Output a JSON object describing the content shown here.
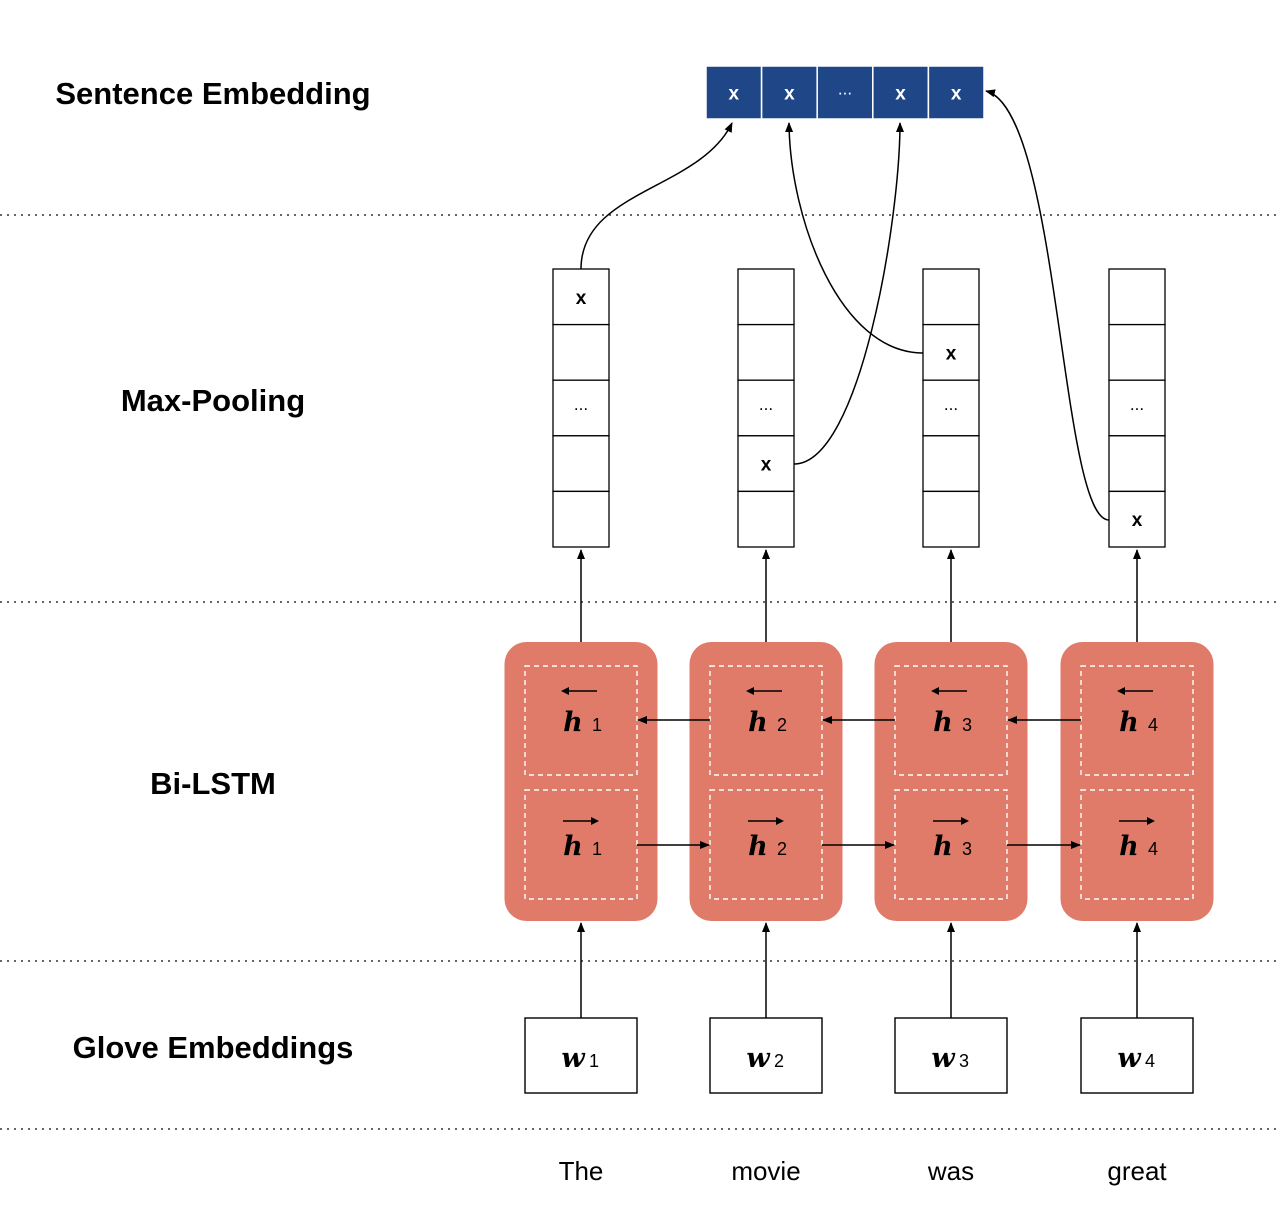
{
  "layers": {
    "sentence_embedding": "Sentence Embedding",
    "max_pooling": "Max-Pooling",
    "bi_lstm": "Bi-LSTM",
    "glove_embeddings": "Glove Embeddings"
  },
  "sentence_embedding": {
    "cells": [
      "x",
      "x",
      "...",
      "x",
      "x"
    ],
    "color": "#1f4788"
  },
  "max_pooling": {
    "columns": [
      {
        "cells": [
          "x",
          "",
          "...",
          "",
          ""
        ]
      },
      {
        "cells": [
          "",
          "",
          "...",
          "x",
          ""
        ]
      },
      {
        "cells": [
          "",
          "x",
          "...",
          "",
          ""
        ]
      },
      {
        "cells": [
          "",
          "",
          "...",
          "",
          "x"
        ]
      }
    ]
  },
  "bi_lstm": {
    "cell_color": "#e07b6a",
    "hidden_symbol": "h",
    "indices": [
      "1",
      "2",
      "3",
      "4"
    ]
  },
  "glove": {
    "word_symbol": "w",
    "indices": [
      "1",
      "2",
      "3",
      "4"
    ]
  },
  "words": [
    "The",
    "movie",
    "was",
    "great"
  ]
}
